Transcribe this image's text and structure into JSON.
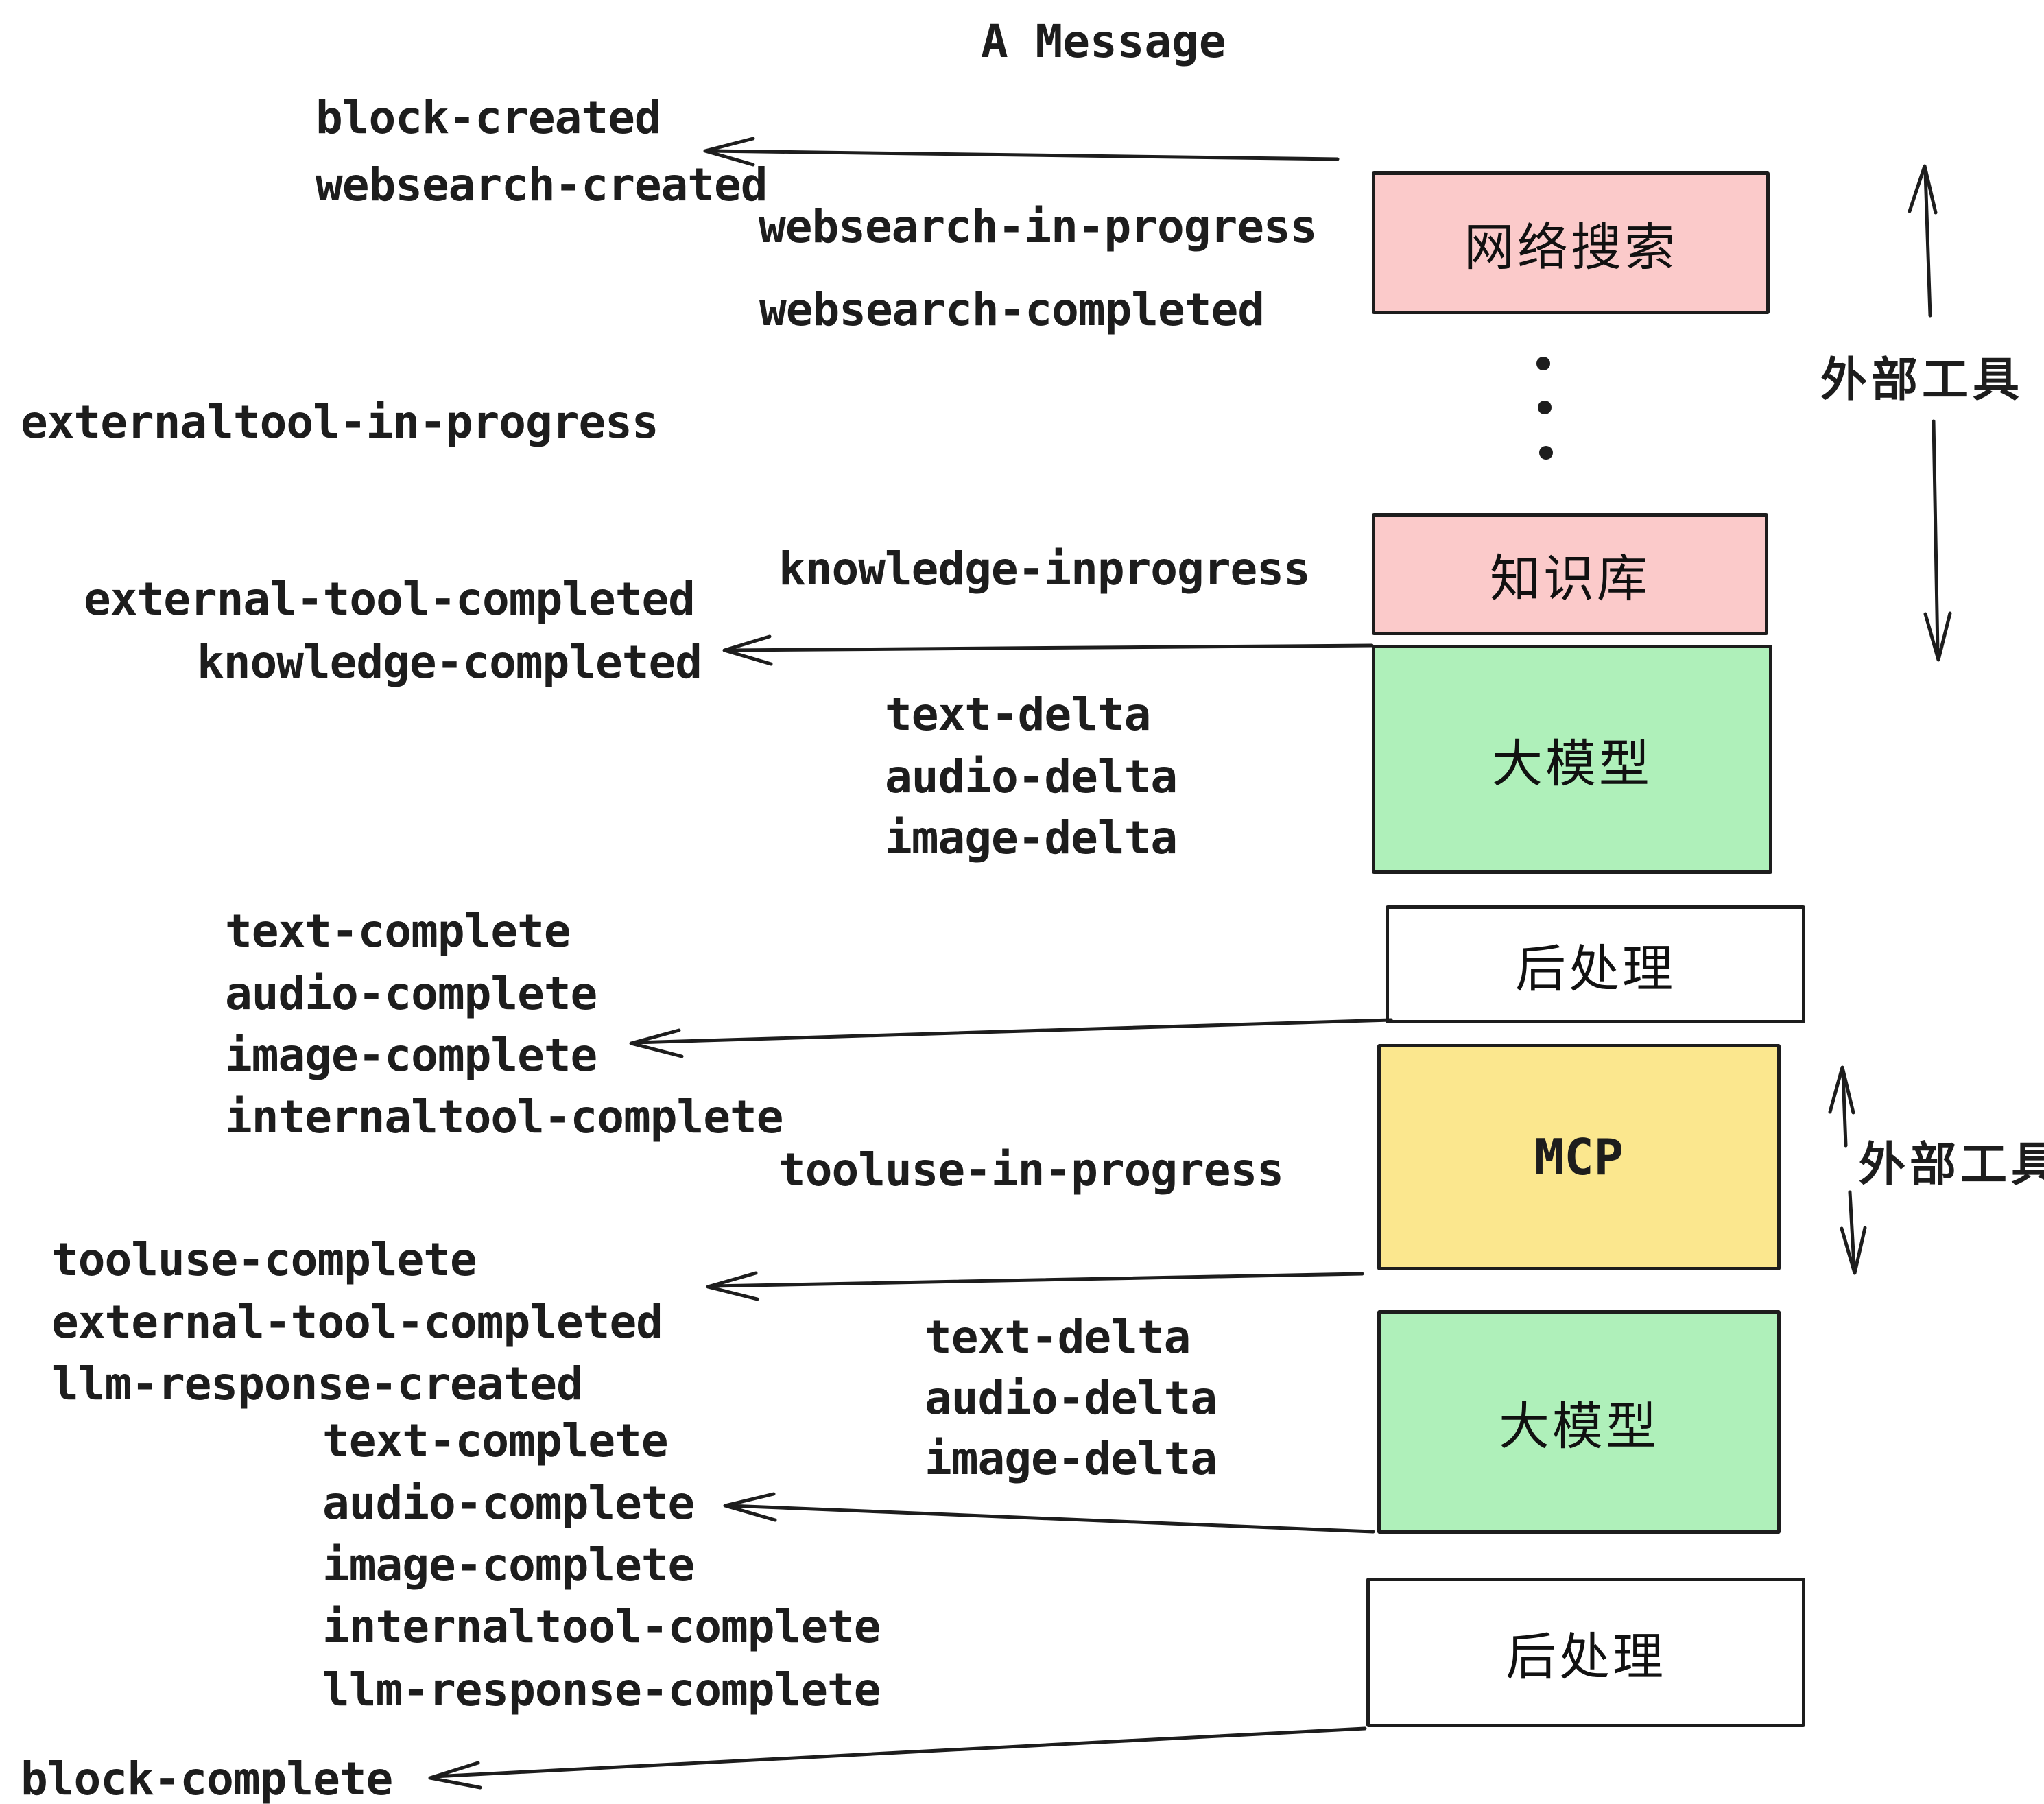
{
  "title": "A Message",
  "boxes": [
    {
      "label": "网络搜索",
      "color": "#fbcaca"
    },
    {
      "label": "知识库",
      "color": "#fbcaca"
    },
    {
      "label": "大模型",
      "color": "#aff0ba"
    },
    {
      "label": "后处理",
      "color": "#ffffff"
    },
    {
      "label": "MCP",
      "color": "#fbe78e"
    },
    {
      "label": "大模型",
      "color": "#aff0ba"
    },
    {
      "label": "后处理",
      "color": "#ffffff"
    }
  ],
  "side_labels": [
    {
      "text": "外部工具"
    },
    {
      "text": "外部工具"
    }
  ],
  "events": [
    {
      "text": "block-created"
    },
    {
      "text": "websearch-created"
    },
    {
      "text": "websearch-in-progress"
    },
    {
      "text": "websearch-completed"
    },
    {
      "text": "externaltool-in-progress"
    },
    {
      "text": "external-tool-completed"
    },
    {
      "text": "knowledge-completed"
    },
    {
      "text": "knowledge-inprogress"
    },
    {
      "text": "text-delta"
    },
    {
      "text": "audio-delta"
    },
    {
      "text": "image-delta"
    },
    {
      "text": "text-complete"
    },
    {
      "text": "audio-complete"
    },
    {
      "text": "image-complete"
    },
    {
      "text": "internaltool-complete"
    },
    {
      "text": "tooluse-in-progress"
    },
    {
      "text": "tooluse-complete"
    },
    {
      "text": "external-tool-completed"
    },
    {
      "text": "llm-response-created"
    },
    {
      "text": "text-complete"
    },
    {
      "text": "audio-complete"
    },
    {
      "text": "image-complete"
    },
    {
      "text": "internaltool-complete"
    },
    {
      "text": "llm-response-complete"
    },
    {
      "text": "block-complete"
    },
    {
      "text": "text-delta"
    },
    {
      "text": "audio-delta"
    },
    {
      "text": "image-delta"
    }
  ],
  "colors": {
    "box_pink": "#fbcaca",
    "box_green": "#aff0ba",
    "box_yellow": "#fbe78e",
    "box_white": "#ffffff",
    "stroke": "#1d1d1d",
    "background": "#ffffff"
  }
}
